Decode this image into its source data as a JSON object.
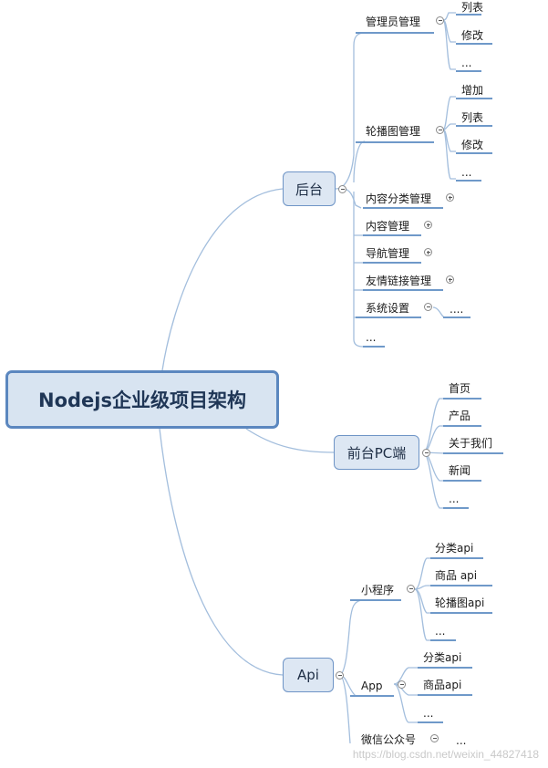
{
  "root": "Nodejs企业级项目架构",
  "branches": {
    "backend": {
      "label": "后台",
      "items": {
        "admin": {
          "label": "管理员管理",
          "children": [
            "列表",
            "修改",
            "..."
          ]
        },
        "carousel": {
          "label": "轮播图管理",
          "children": [
            "增加",
            "列表",
            "修改",
            "..."
          ]
        },
        "category": {
          "label": "内容分类管理"
        },
        "content": {
          "label": "内容管理"
        },
        "nav": {
          "label": "导航管理"
        },
        "links": {
          "label": "友情链接管理"
        },
        "settings": {
          "label": "系统设置",
          "children": [
            "...."
          ]
        },
        "more": {
          "label": "..."
        }
      }
    },
    "frontend": {
      "label": "前台PC端",
      "items": [
        "首页",
        "产品",
        "关于我们",
        "新闻",
        "..."
      ]
    },
    "api": {
      "label": "Api",
      "miniprogram": {
        "label": "小程序",
        "children": [
          "分类api",
          "商品 api",
          "轮播图api",
          "..."
        ]
      },
      "app": {
        "label": "App",
        "children": [
          "分类api",
          "商品api",
          "..."
        ]
      },
      "wechat": {
        "label": "微信公众号",
        "children": [
          "..."
        ]
      }
    }
  },
  "watermark": "https://blog.csdn.net/weixin_44827418",
  "colors": {
    "line": "#a3bedd",
    "underline": "#6f99c9",
    "box_border": "#5b87bf",
    "box_fill": "#d8e4f1"
  }
}
